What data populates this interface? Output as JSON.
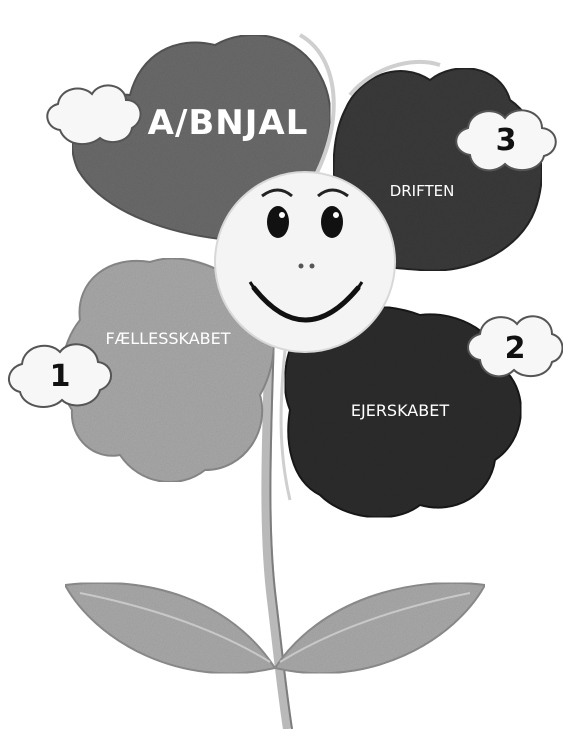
{
  "petals": {
    "top_left": {
      "label": "A/BNJAL",
      "color": "#6a6a6a"
    },
    "top_right": {
      "label": "DRIFTEN",
      "color": "#3a3a3a",
      "number": "3"
    },
    "bottom_left": {
      "label": "FÆLLESSKABET",
      "color": "#a8a8a8",
      "number": "1"
    },
    "bottom_right": {
      "label": "EJERSKABET",
      "color": "#2c2c2c",
      "number": "2"
    }
  },
  "colors": {
    "stem": "#b9b9b9",
    "leaves": "#a9a9a9",
    "face": "#f4f4f4",
    "cloud": "#f7f7f7"
  },
  "icons": [
    "smiley-face-icon",
    "cloud-icon"
  ]
}
